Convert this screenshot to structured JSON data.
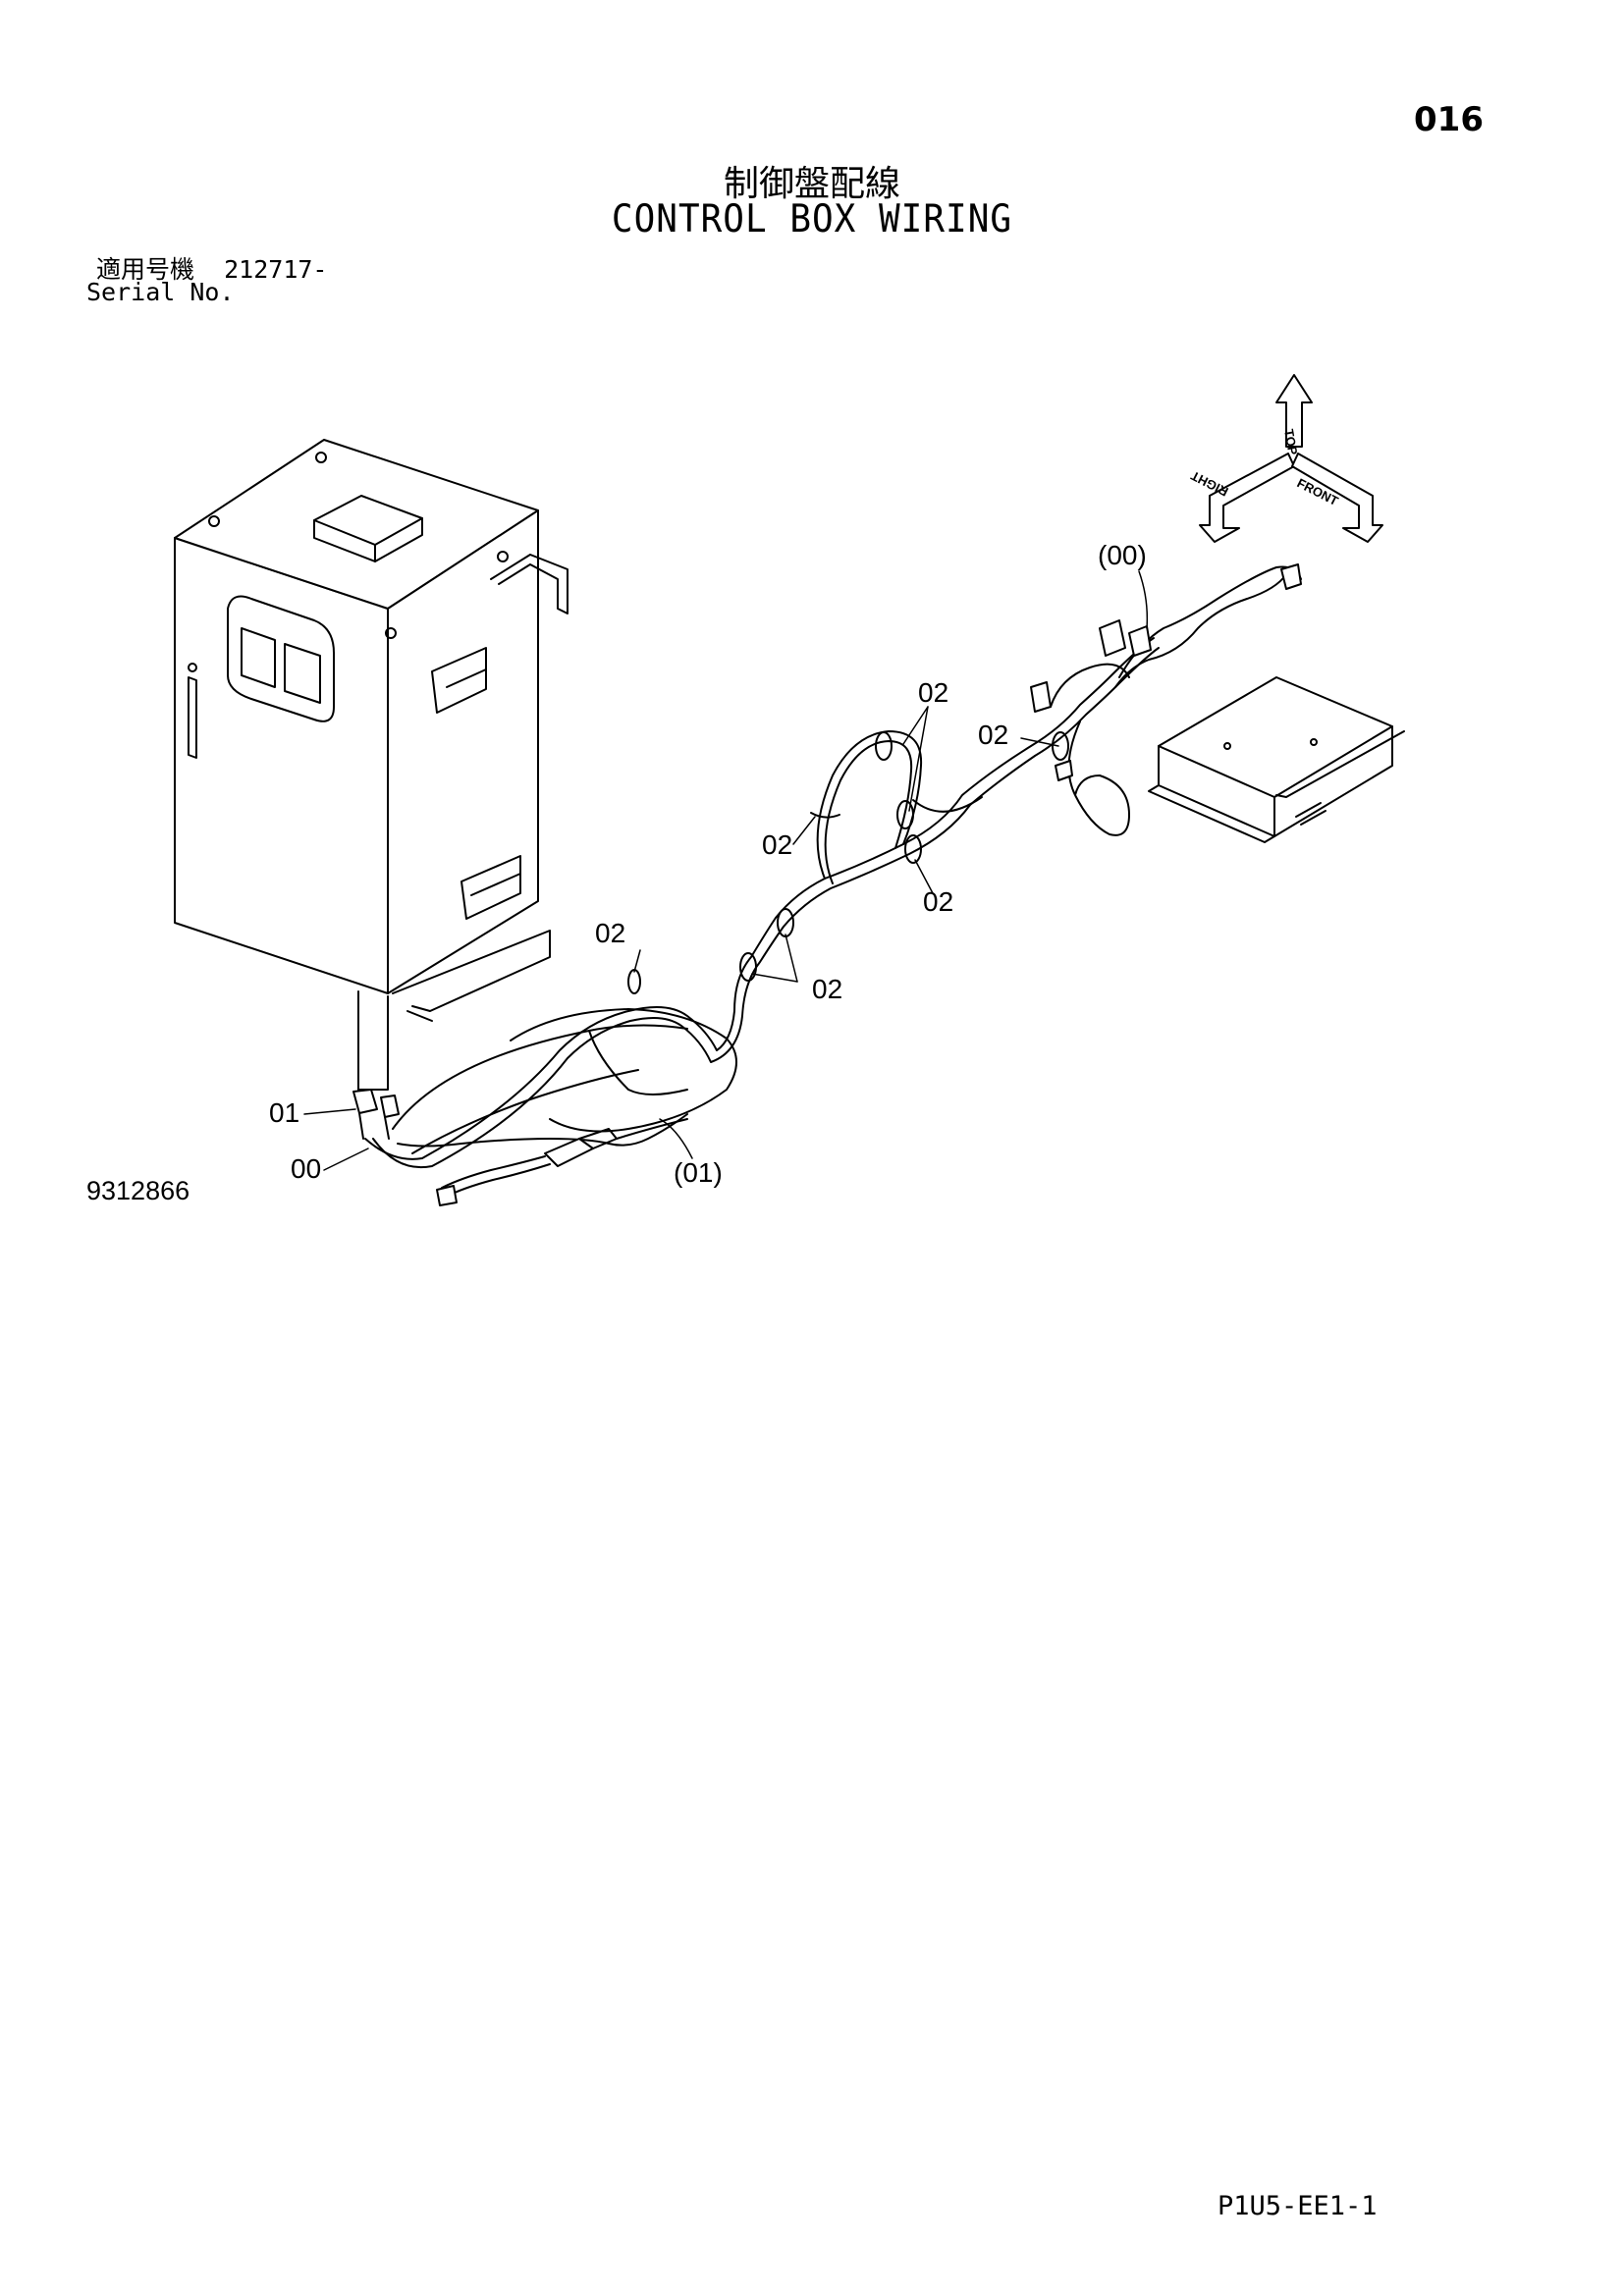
{
  "page_number": "016",
  "title_jp": "制御盤配線",
  "title_en": "CONTROL BOX WIRING",
  "serial": {
    "label_jp": "適用号機",
    "value": "212717-",
    "label_en": "Serial No."
  },
  "figure_number": "9312866",
  "page_code": "P1U5-EE1-1",
  "orientation": {
    "top": "TOP",
    "right": "RIGHT",
    "front": "FRONT"
  },
  "callouts": {
    "harness_main_top": "(00)",
    "clamp_a": "02",
    "clamp_b": "02",
    "clamp_c": "02",
    "clamp_d": "02",
    "clamp_e": "02",
    "clamp_f": "02",
    "part_01": "01",
    "part_00": "00",
    "harness_sub": "(01)"
  }
}
